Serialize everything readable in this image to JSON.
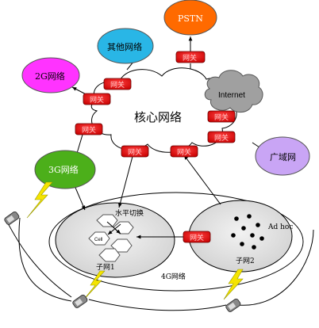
{
  "diagram": {
    "core": {
      "label": "核心网络"
    },
    "nodes": {
      "pstn": {
        "label": "PSTN",
        "color": "#ff6a00"
      },
      "other": {
        "label": "其他网络",
        "color": "#29b6e6"
      },
      "g2": {
        "label": "2G网络",
        "color": "#ff33ff"
      },
      "internet": {
        "label": "Internet",
        "color": "#999999"
      },
      "wan": {
        "label": "广域网",
        "color": "#c9a5f5"
      },
      "g3": {
        "label": "3G网络",
        "color": "#4caf1a"
      },
      "g4": {
        "label": "4G网络"
      },
      "subnet1": {
        "label": "子网1",
        "handoff": "水平切换",
        "cell": "Cell"
      },
      "subnet2": {
        "label": "子网2",
        "adhoc": "Ad hoc"
      }
    },
    "gateway_label": "网关",
    "gateway_color": "#e00000"
  }
}
